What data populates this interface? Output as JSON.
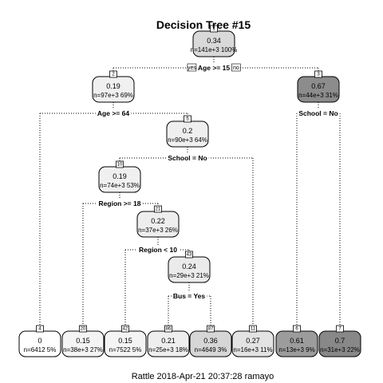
{
  "title": "Decision Tree #15",
  "footer": "Rattle 2018-Apr-21 20:37:28 ramayo",
  "branch_labels": {
    "yes": "yes",
    "no": "no"
  },
  "nodes": [
    {
      "id": "1",
      "value": "0.34",
      "n": "n=141e+3  100%",
      "fill": "#d9d9d9"
    },
    {
      "id": "2",
      "value": "0.19",
      "n": "n=97e+3  69%",
      "fill": "#f0f0f0"
    },
    {
      "id": "3",
      "value": "0.67",
      "n": "n=44e+3  31%",
      "fill": "#8c8c8c"
    },
    {
      "id": "5",
      "value": "0.2",
      "n": "n=90e+3  64%",
      "fill": "#efefef"
    },
    {
      "id": "10",
      "value": "0.19",
      "n": "n=74e+3  53%",
      "fill": "#f0f0f0"
    },
    {
      "id": "21",
      "value": "0.22",
      "n": "n=37e+3  26%",
      "fill": "#eeeeee"
    },
    {
      "id": "43",
      "value": "0.24",
      "n": "n=29e+3  21%",
      "fill": "#ebebeb"
    },
    {
      "id": "4",
      "value": "0",
      "n": "n=6412  5%",
      "fill": "#ffffff"
    },
    {
      "id": "20",
      "value": "0.15",
      "n": "n=38e+3  27%",
      "fill": "#f4f4f4"
    },
    {
      "id": "42",
      "value": "0.15",
      "n": "n=7522  5%",
      "fill": "#f4f4f4"
    },
    {
      "id": "86",
      "value": "0.21",
      "n": "n=25e+3  18%",
      "fill": "#eeeeee"
    },
    {
      "id": "87",
      "value": "0.36",
      "n": "n=4649  3%",
      "fill": "#d6d6d6"
    },
    {
      "id": "11",
      "value": "0.27",
      "n": "n=16e+3  11%",
      "fill": "#e3e3e3"
    },
    {
      "id": "6",
      "value": "0.61",
      "n": "n=13e+3  9%",
      "fill": "#9c9c9c"
    },
    {
      "id": "7",
      "value": "0.7",
      "n": "n=31e+3  22%",
      "fill": "#888888"
    }
  ],
  "splits": [
    {
      "node": "1",
      "label": "Age >= 15"
    },
    {
      "node": "2",
      "label": "Age >= 64"
    },
    {
      "node": "3",
      "label": "School = No"
    },
    {
      "node": "5",
      "label": "School = No"
    },
    {
      "node": "10",
      "label": "Region >= 18"
    },
    {
      "node": "21",
      "label": "Region < 10"
    },
    {
      "node": "43",
      "label": "Bus = Yes"
    }
  ]
}
